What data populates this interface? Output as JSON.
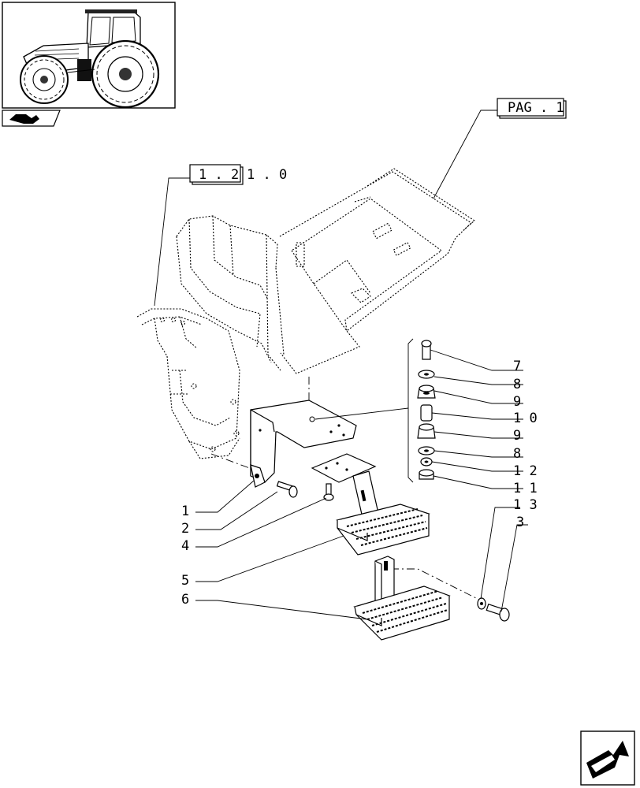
{
  "refs": {
    "pag": "PAG . 1",
    "ref_boxed": "1 . 2",
    "ref_tail": "1 . 0"
  },
  "callouts": {
    "c7": "7",
    "c8a": "8",
    "c9a": "9",
    "c10": "1 0",
    "c9b": "9",
    "c8b": "8",
    "c12": "1 2",
    "c11": "1 1",
    "c13": "1 3",
    "c3": "3",
    "c1": "1",
    "c2": "2",
    "c4": "4",
    "c5": "5",
    "c6": "6"
  },
  "icons": {
    "thumbnail": "tractor-thumbnail-icon",
    "section_arrow": "section-arrow-icon",
    "next_page": "next-page-arrow-icon"
  }
}
